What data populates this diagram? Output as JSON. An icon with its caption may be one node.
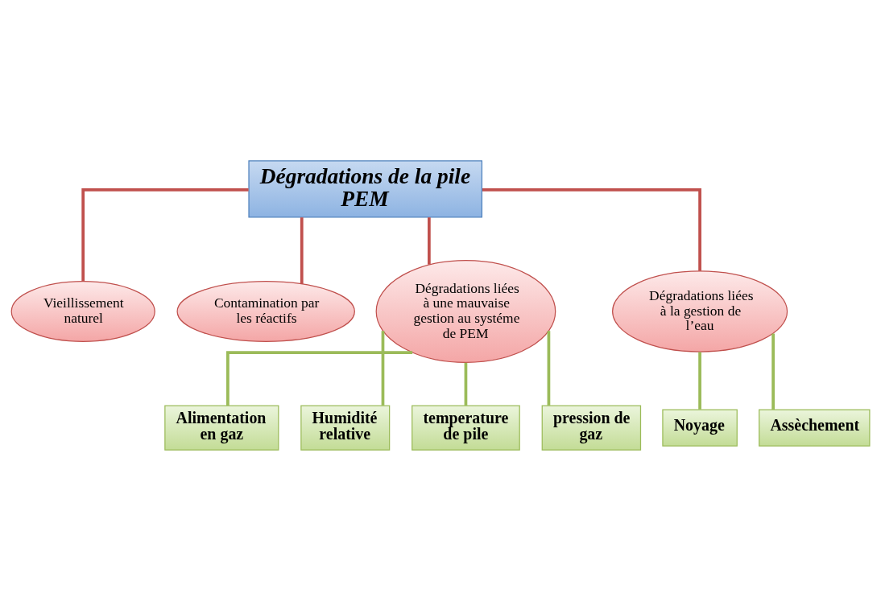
{
  "diagram": {
    "nodes": [
      {
        "text": [
          "Dégradations de la pile PEM"
        ]
      },
      {
        "text": [
          "Vieillissement naturel"
        ]
      },
      {
        "text": [
          "Contamination par les réactifs"
        ]
      },
      {
        "text": [
          "Dégradations liées à une mauvaise gestion au systéme de PEM"
        ]
      },
      {
        "text": [
          "Dégradations liées à la gestion de l’eau"
        ]
      },
      {
        "text": [
          "Alimentation en gaz"
        ]
      },
      {
        "text": [
          "Humidité relative"
        ]
      },
      {
        "text": [
          "temperature de pile"
        ]
      },
      {
        "text": [
          "pression de gaz"
        ]
      },
      {
        "text": [
          "Noyage"
        ]
      },
      {
        "text": [
          "Assèchement"
        ]
      }
    ],
    "edges": [
      {
        "from": 0,
        "to": 1,
        "arrow": "none",
        "color": "#c0504d"
      },
      {
        "from": 0,
        "to": 2,
        "arrow": "none",
        "color": "#c0504d"
      },
      {
        "from": 0,
        "to": 3,
        "arrow": "none",
        "color": "#c0504d"
      },
      {
        "from": 0,
        "to": 4,
        "arrow": "none",
        "color": "#c0504d"
      },
      {
        "from": 3,
        "to": 5,
        "arrow": "none"
      },
      {
        "from": 3,
        "to": 6,
        "arrow": "none"
      },
      {
        "from": 3,
        "to": 7,
        "arrow": "none"
      },
      {
        "from": 3,
        "to": 8,
        "arrow": "none"
      },
      {
        "from": 4,
        "to": 9,
        "arrow": "none"
      },
      {
        "from": 4,
        "to": 10,
        "arrow": "none"
      }
    ]
  }
}
